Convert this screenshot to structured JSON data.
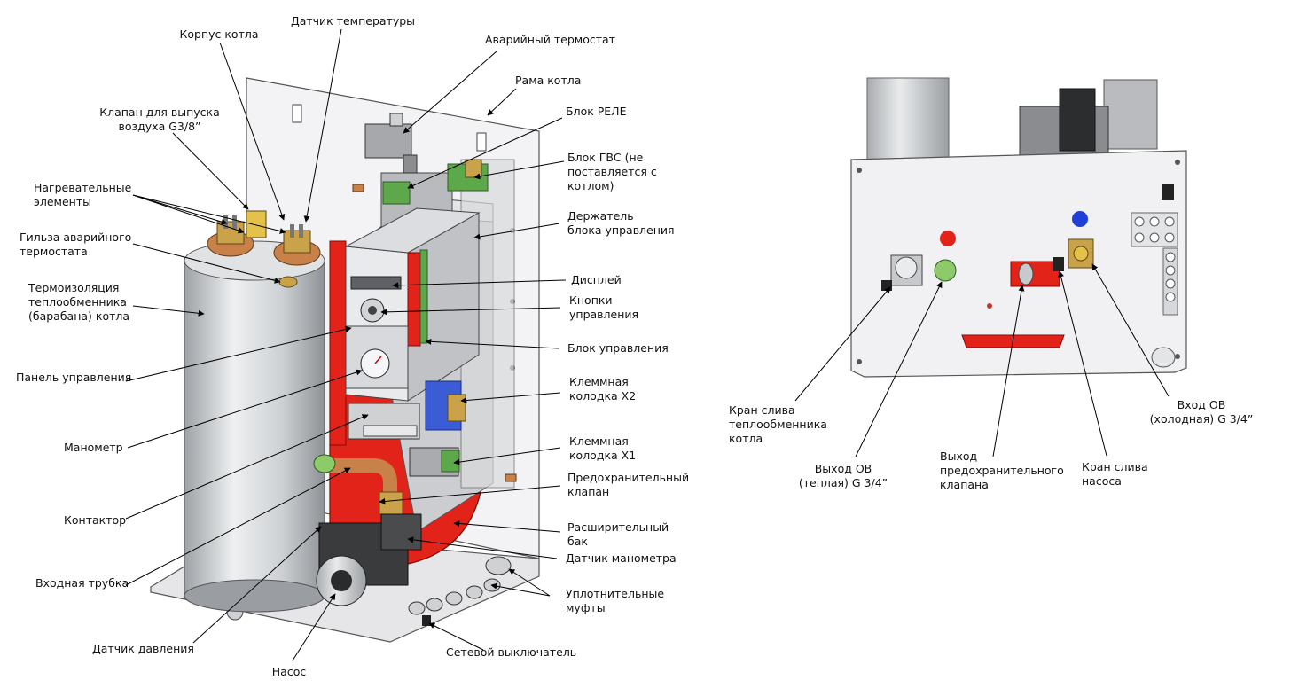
{
  "left_view": {
    "labels": [
      {
        "id": "korpus",
        "lines": [
          "Корпус котла"
        ]
      },
      {
        "id": "datchik_temp",
        "lines": [
          "Датчик температуры"
        ]
      },
      {
        "id": "avar_termostat",
        "lines": [
          "Аварийный термостат"
        ]
      },
      {
        "id": "rama",
        "lines": [
          "Рама котла"
        ]
      },
      {
        "id": "klapan_vozduh",
        "lines": [
          "Клапан для выпуска",
          "воздуха G3/8”"
        ]
      },
      {
        "id": "blok_rele",
        "lines": [
          "Блок РЕЛЕ"
        ]
      },
      {
        "id": "blok_gvs",
        "lines": [
          "Блок ГВС (не",
          "поставляется с",
          "котлом)"
        ]
      },
      {
        "id": "nagrev",
        "lines": [
          "Нагревательные",
          "элементы"
        ]
      },
      {
        "id": "derzhatel",
        "lines": [
          "Держатель",
          "блока управления"
        ]
      },
      {
        "id": "gilza",
        "lines": [
          "Гильза аварийного",
          "термостата"
        ]
      },
      {
        "id": "displey",
        "lines": [
          "Дисплей"
        ]
      },
      {
        "id": "termoizol",
        "lines": [
          "Термоизоляция",
          "теплообменника",
          "(барабана) котла"
        ]
      },
      {
        "id": "knopki",
        "lines": [
          "Кнопки",
          "управления"
        ]
      },
      {
        "id": "blok_upr",
        "lines": [
          "Блок управления"
        ]
      },
      {
        "id": "panel",
        "lines": [
          "Панель управления"
        ]
      },
      {
        "id": "kolodka_x2",
        "lines": [
          "Клеммная",
          "колодка X2"
        ]
      },
      {
        "id": "manometr",
        "lines": [
          "Манометр"
        ]
      },
      {
        "id": "kolodka_x1",
        "lines": [
          "Клеммная",
          "колодка X1"
        ]
      },
      {
        "id": "predohr",
        "lines": [
          "Предохранительный",
          "клапан"
        ]
      },
      {
        "id": "kontaktor",
        "lines": [
          "Контактор"
        ]
      },
      {
        "id": "rasshir",
        "lines": [
          "Расширительный",
          "бак"
        ]
      },
      {
        "id": "datchik_man",
        "lines": [
          "Датчик манометра"
        ]
      },
      {
        "id": "vhod_trubka",
        "lines": [
          "Входная трубка"
        ]
      },
      {
        "id": "mufty",
        "lines": [
          "Уплотнительные",
          "муфты"
        ]
      },
      {
        "id": "datchik_davl",
        "lines": [
          "Датчик давления"
        ]
      },
      {
        "id": "setevoy",
        "lines": [
          "Сетевой выключатель"
        ]
      },
      {
        "id": "nasos",
        "lines": [
          "Насос"
        ]
      }
    ]
  },
  "right_view": {
    "labels": [
      {
        "id": "kran_teplo",
        "lines": [
          "Кран слива",
          "теплообменника",
          "котла"
        ]
      },
      {
        "id": "vhod_ov",
        "lines": [
          "Вход ОВ",
          "(холодная) G 3/4”"
        ]
      },
      {
        "id": "vyhod_ov",
        "lines": [
          "Выход ОВ",
          "(теплая) G 3/4”"
        ]
      },
      {
        "id": "vyhod_predohr",
        "lines": [
          "Выход",
          "предохранительного",
          "клапана"
        ]
      },
      {
        "id": "kran_nasos",
        "lines": [
          "Кран слива",
          "насоса"
        ]
      }
    ]
  },
  "colors": {
    "red": "#e2231a",
    "blue": "#1f3fd6",
    "green": "#5da84a",
    "brass": "#c9a24a",
    "metal": "#c7c9cc",
    "panel": "#f1f1f4"
  }
}
